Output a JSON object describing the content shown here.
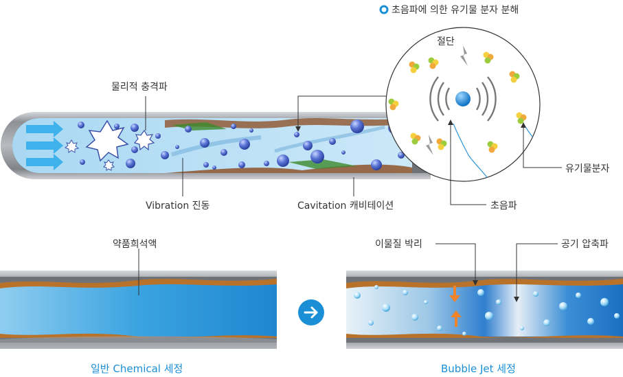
{
  "diagram": {
    "molecule_title": "초음파에 의한 유기물 분자 분해",
    "labels": {
      "physical_impact": "물리적 충격파",
      "vibration": "Vibration 진동",
      "cavitation": "Cavitation 캐비테이션",
      "cutting": "절단",
      "organic_molecule": "유기물분자",
      "ultrasonic": "초음파",
      "chemical_solution": "약품희석액",
      "contaminant_removal": "이물질 박리",
      "air_compression": "공기 압축파"
    },
    "captions": {
      "general": "일반 Chemical 세정",
      "bubble_jet": "Bubble Jet 세정"
    }
  },
  "colors": {
    "accent": "#1b8fd6",
    "pipe": "#9a9ea3",
    "liquid": "#bfe3f6",
    "bubble": "#3e5bc7",
    "rust": "#b9722a",
    "arrow_orange": "#f0842a"
  },
  "icons": [
    "arrow-right-icon",
    "title-bullet-icon",
    "shockwave-icon",
    "lightning-icon"
  ]
}
